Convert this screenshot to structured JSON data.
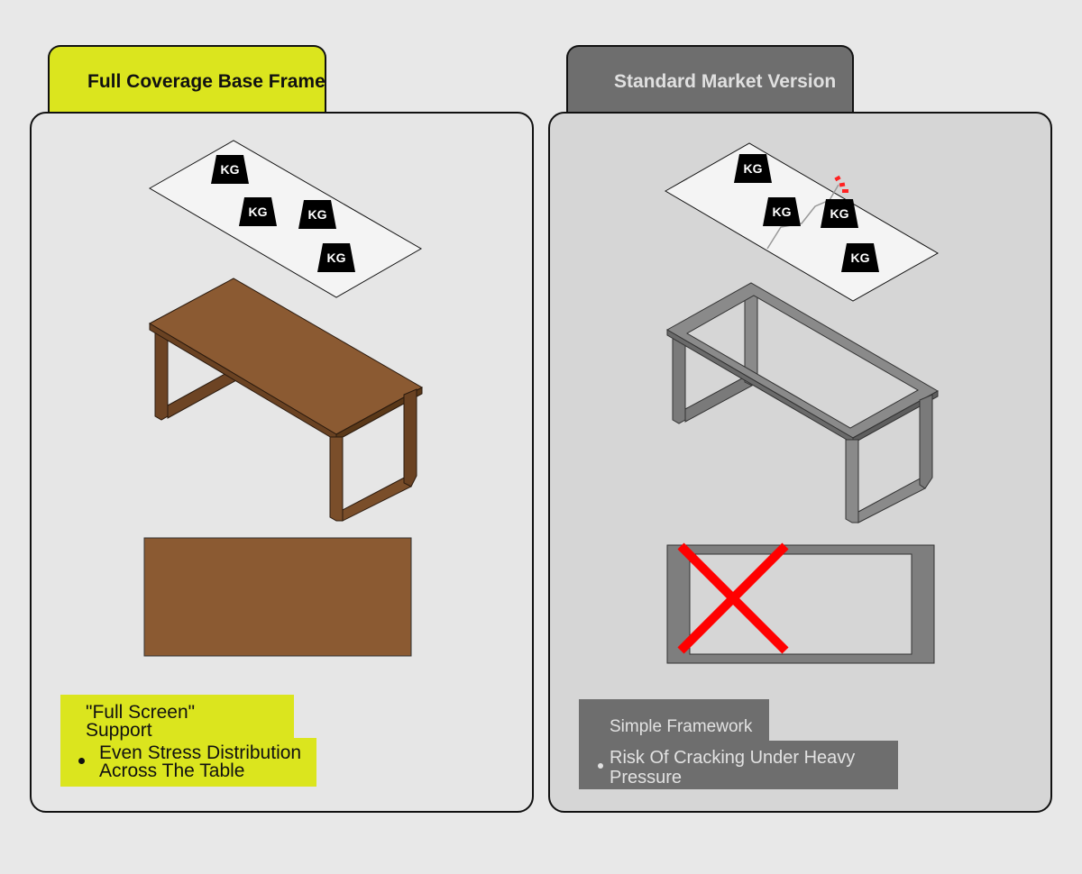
{
  "left": {
    "tab_title": "Full Coverage Base Frame",
    "weights": [
      "KG",
      "KG",
      "KG",
      "KG"
    ],
    "note_title_line1": "\"Full Screen\"",
    "note_title_line2": "Support",
    "note_bullet_line1": "Even Stress Distribution",
    "note_bullet_line2": "Across The Table",
    "colors": {
      "tab": "#dbe51e",
      "wood": "#8b5a32",
      "highlight": "#dbe51e"
    }
  },
  "right": {
    "tab_title": "Standard Market Version",
    "weights": [
      "KG",
      "KG",
      "KG",
      "KG"
    ],
    "note_title": "Simple Framework",
    "note_bullet_line1": "Risk Of Cracking Under Heavy",
    "note_bullet_line2": "Pressure",
    "colors": {
      "tab": "#6e6e6e",
      "frame": "#808080",
      "cross": "#ff0000"
    }
  }
}
